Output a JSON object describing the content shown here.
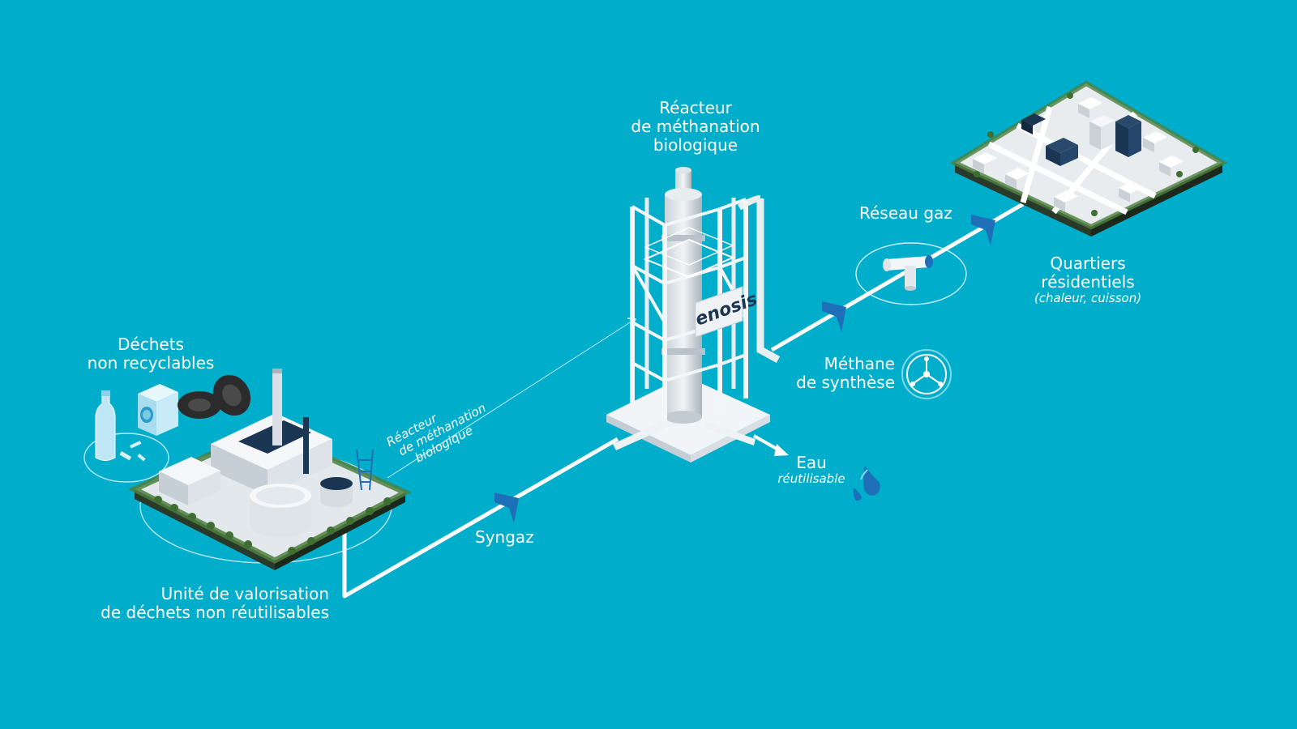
{
  "colors": {
    "background": "#00aecb",
    "white": "#ffffff",
    "building_light": "#e9edf0",
    "building_shadow": "#c3ccd3",
    "dark_navy": "#1b3653",
    "chevron_blue": "#1d6fb8",
    "grass": "#4e7f3e"
  },
  "labels": {
    "waste": [
      "Déchets",
      "non recyclables"
    ],
    "plant": [
      "Unité de valorisation",
      "de déchets non réutilisables"
    ],
    "diagonal_note": [
      "Réacteur",
      "de méthanation",
      "biologique"
    ],
    "syngas": "Syngaz",
    "reactor": [
      "Réacteur",
      "de méthanation",
      "biologique"
    ],
    "reactor_brand": "enosis",
    "water": "Eau",
    "water_sub": "réutilisable",
    "methane": [
      "Méthane",
      "de synthèse"
    ],
    "gas_network": "Réseau gaz",
    "districts": [
      "Quartiers",
      "résidentiels"
    ],
    "districts_sub": "(chaleur, cuisson)"
  },
  "icons": {
    "water": "water-drops-icon",
    "methane": "molecule-icon",
    "flow": "chevron-arrow-icon",
    "pipe": "pipe-tee-icon"
  }
}
